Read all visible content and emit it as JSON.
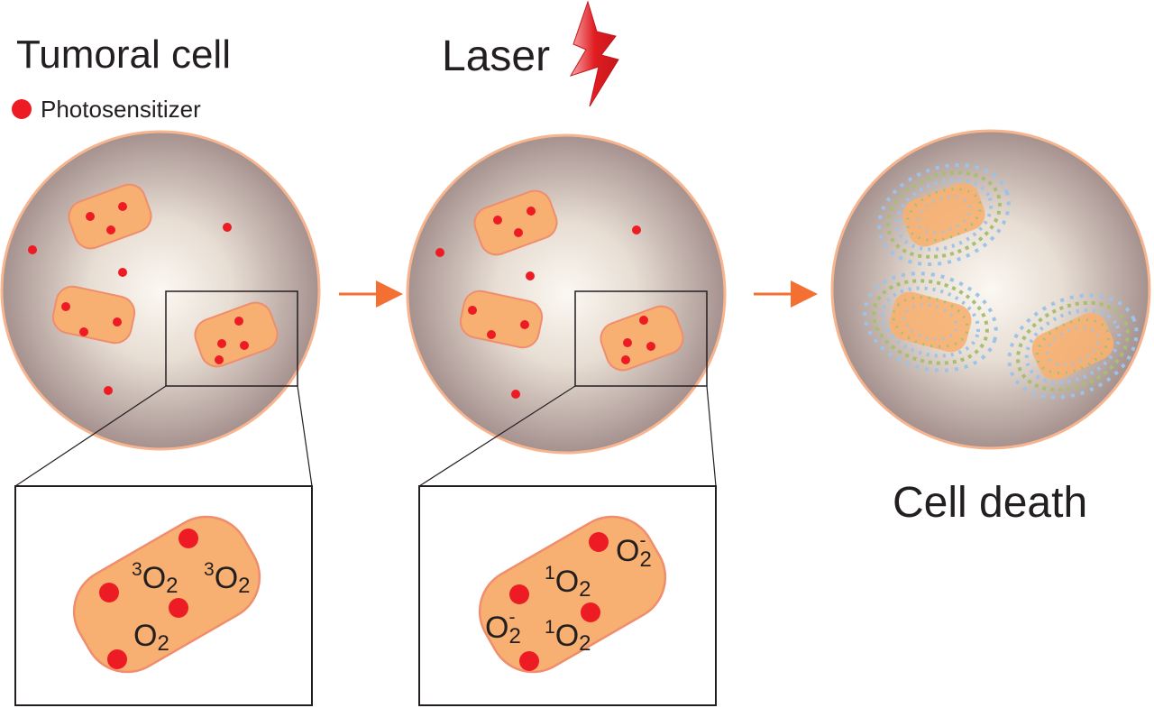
{
  "panels": {
    "tumor": {
      "title": "Tumoral cell"
    },
    "laser": {
      "title": "Laser"
    },
    "death": {
      "title": "Cell death"
    }
  },
  "legend": {
    "label": "Photosensitizer",
    "dot_color": "#ed1c24"
  },
  "colors": {
    "cell_fill_center": "#fbf8f2",
    "cell_fill_edge": "#a5918e",
    "cell_stroke": "#f6b48f",
    "organelle_fill": "#f7b071",
    "organelle_stroke": "#f08d6d",
    "photosensitizer": "#ed1c24",
    "arrow": "#f36f32",
    "ros_blue": "#9cc3e8",
    "ros_green": "#a6bf72",
    "lightning_red": "#e01d22",
    "lightning_pink": "#f7a6a7"
  },
  "chem": {
    "triplet_oxygen_a": {
      "sup": "3",
      "main": "O",
      "sub": "2"
    },
    "triplet_oxygen_b": {
      "sup": "3",
      "main": "O",
      "sub": "2"
    },
    "oxygen": {
      "main": "O",
      "sub": "2"
    },
    "singlet_oxygen_a": {
      "sup": "1",
      "main": "O",
      "sub": "2"
    },
    "singlet_oxygen_b": {
      "sup": "1",
      "main": "O",
      "sub": "2"
    },
    "superoxide_a": {
      "main": "O",
      "sup": "-",
      "sub": "2"
    },
    "superoxide_b": {
      "main": "O",
      "sup": "-",
      "sub": "2"
    }
  }
}
